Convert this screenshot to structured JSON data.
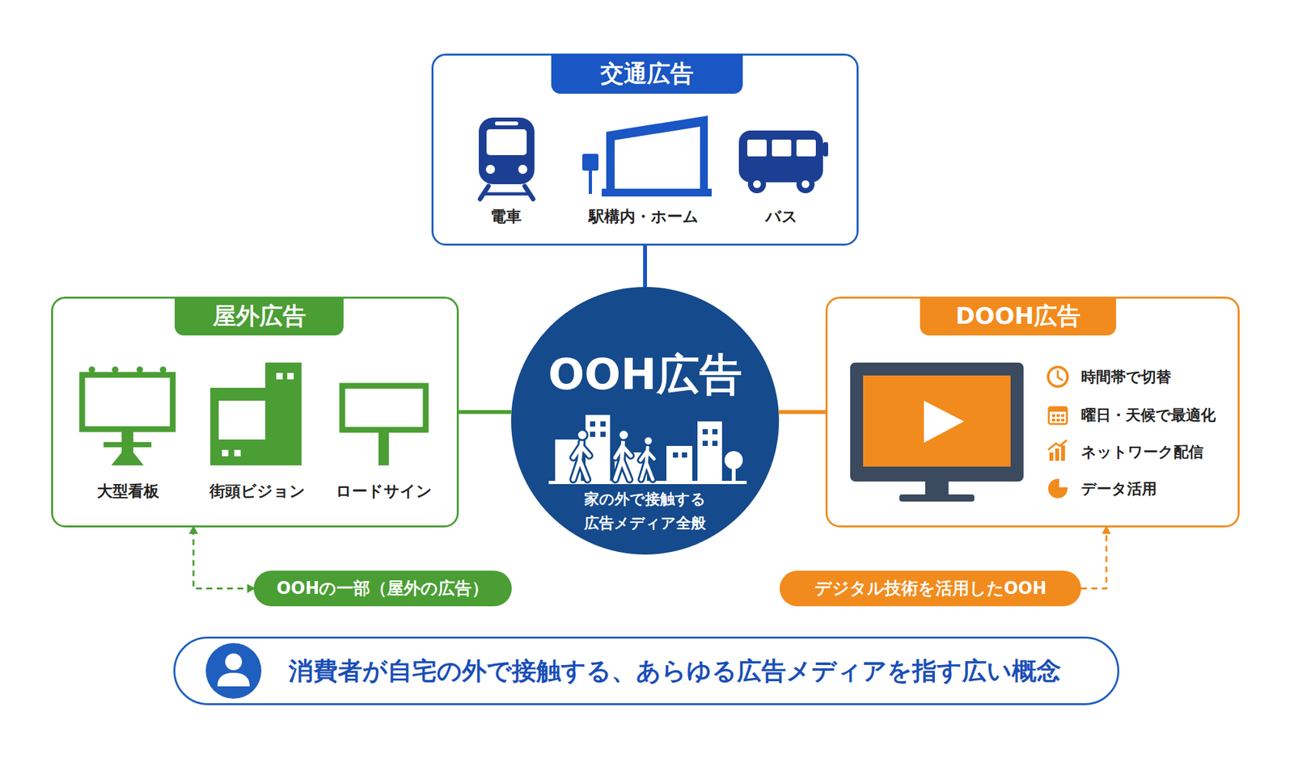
{
  "diagram": {
    "nodes": [
      {
        "text": [
          "交通広告",
          "電車",
          "駅構内・ホーム",
          "バス"
        ]
      },
      {
        "text": [
          "屋外広告",
          "大型看板",
          "街頭ビジョン",
          "ロードサイン"
        ]
      },
      {
        "text": [
          "OOH広告",
          "家の外で接触する 広告メディア全般"
        ]
      },
      {
        "text": [
          "DOOH広告",
          "時間帯で切替",
          "曜日・天候で最適化",
          "ネットワーク配信",
          "データ活用"
        ]
      },
      {
        "text": [
          "OOHの一部（屋外の広告）"
        ]
      },
      {
        "text": [
          "デジタル技術を活用したOOH"
        ]
      },
      {
        "text": [
          "消費者が自宅の外で接触する、あらゆる広告メディアを指す広い概念"
        ]
      }
    ],
    "edges": [
      {
        "from": 2,
        "to": 0,
        "arrow": "none"
      },
      {
        "from": 2,
        "to": 1,
        "arrow": "none"
      },
      {
        "from": 2,
        "to": 3,
        "arrow": "none"
      },
      {
        "from": 4,
        "to": 1,
        "arrow": "both"
      },
      {
        "from": 5,
        "to": 3,
        "arrow": "to"
      }
    ]
  }
}
